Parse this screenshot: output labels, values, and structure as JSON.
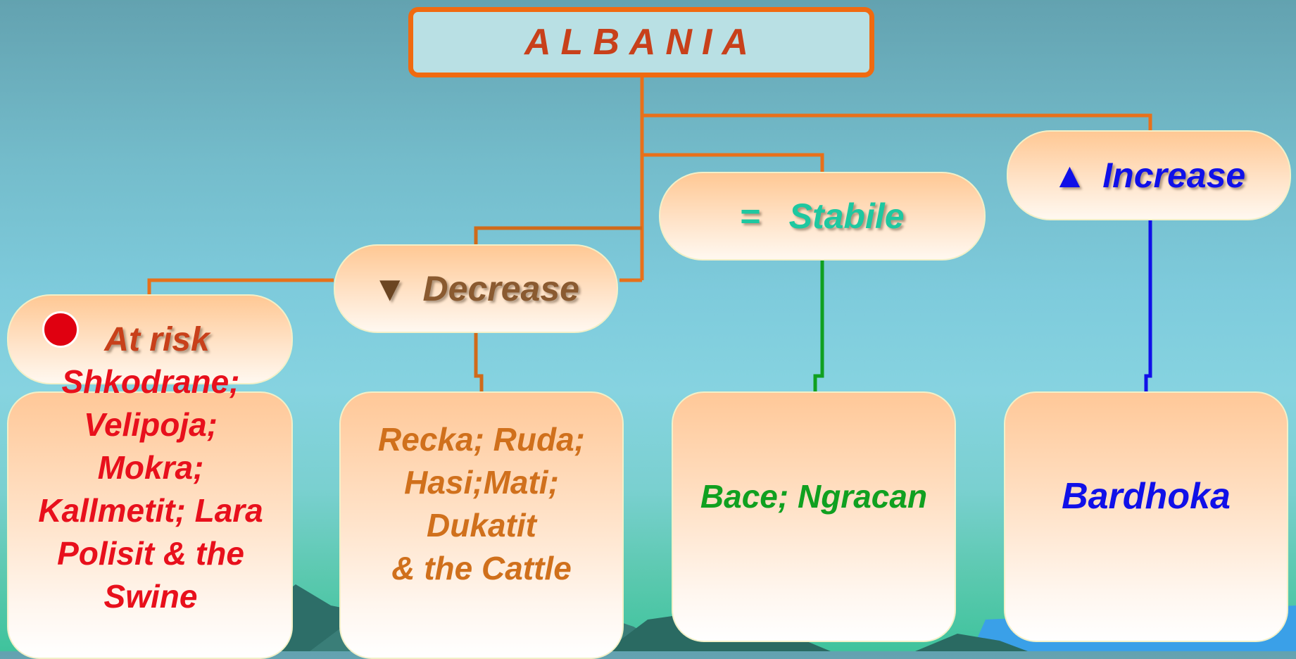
{
  "title": "ALBANIA",
  "categories": [
    {
      "key": "at_risk",
      "symbol": "●",
      "label": "At risk",
      "color": "#c8401a",
      "breeds": "Shkodrane;\nVelipoja;\nMokra;\nKallmetit; Lara\nPolisit  & the\nSwine",
      "breeds_color": "#e8101c"
    },
    {
      "key": "decrease",
      "symbol": "▼",
      "label": "Decrease",
      "color": "#8a5a30",
      "breeds": "Recka; Ruda;\nHasi;Mati;\nDukatit\n&  the Cattle",
      "breeds_color": "#d0701c"
    },
    {
      "key": "stabile",
      "symbol": "=",
      "label": "Stabile",
      "color": "#1ec8a0",
      "breeds": "Bace; Ngracan",
      "breeds_color": "#10a020"
    },
    {
      "key": "increase",
      "symbol": "▲",
      "label": "Increase",
      "color": "#1010e8",
      "breeds": "Bardhoka",
      "breeds_color": "#1010e8"
    }
  ],
  "colors": {
    "title_text": "#c8401a",
    "title_border": "#f06a10",
    "connector_orange": "#e8701a",
    "connector_green": "#10a020",
    "connector_blue": "#1010e8"
  }
}
